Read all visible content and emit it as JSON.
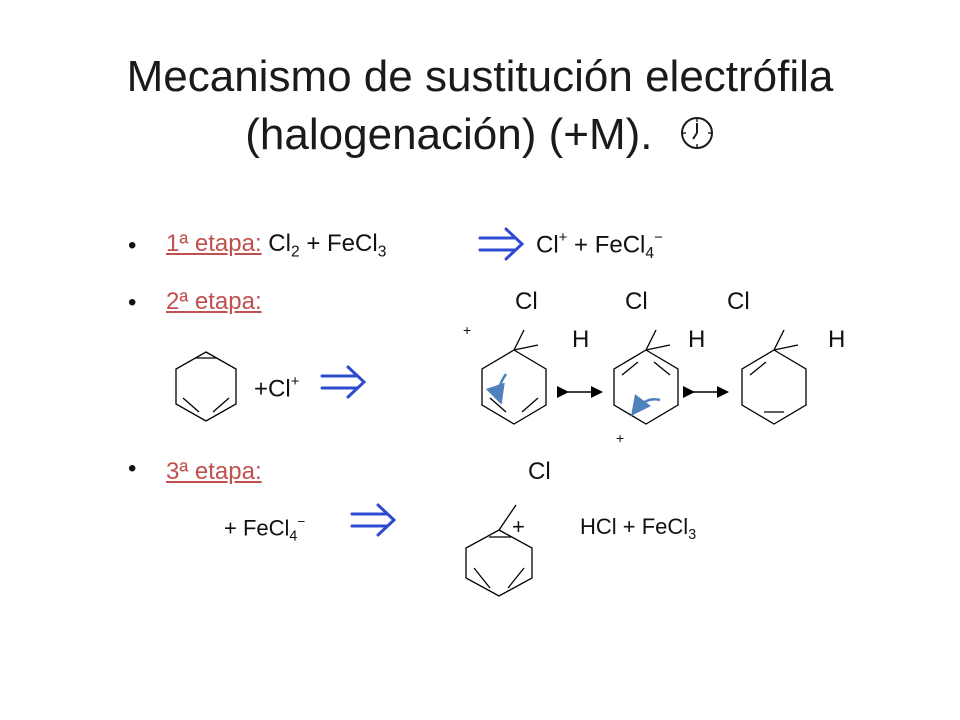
{
  "title": {
    "line1": "Mecanismo de sustitución electrófila",
    "line2": "(halogenación) (+M).",
    "clock_icon": "clock-icon"
  },
  "step1": {
    "label": "1ª etapa:",
    "cl": "Cl",
    "sub2": "2",
    "plus1": " + FeCl",
    "sub3": "3",
    "product_cl": "Cl",
    "plus_charge": "+",
    "product_fecl": " + FeCl",
    "sub4": "4",
    "minus": "−",
    "arrow_icon": "double-right-arrow-icon"
  },
  "step2": {
    "label": "2ª etapa: ",
    "cl_a": "Cl",
    "cl_b": "Cl",
    "cl_c": "Cl",
    "h_a": "H",
    "h_b": "H",
    "h_c": "H",
    "reagent": "+Cl",
    "reagent_charge": "+",
    "charge_a": "+",
    "charge_b": "+",
    "arrow_icon": "double-right-arrow-icon",
    "resonance_icon": "resonance-arrow-icon"
  },
  "step3": {
    "label": "3ª etapa:",
    "reagent": "+ FeCl",
    "sub4": "4",
    "minus": "−",
    "cl": "Cl",
    "plus": "+",
    "products": "HCl + FeCl",
    "sub3": "3",
    "arrow_icon": "double-right-arrow-icon"
  },
  "colors": {
    "stage": "#c0504d",
    "arrow": "#2e4bd0",
    "curved_arrow": "#4f81bd"
  }
}
